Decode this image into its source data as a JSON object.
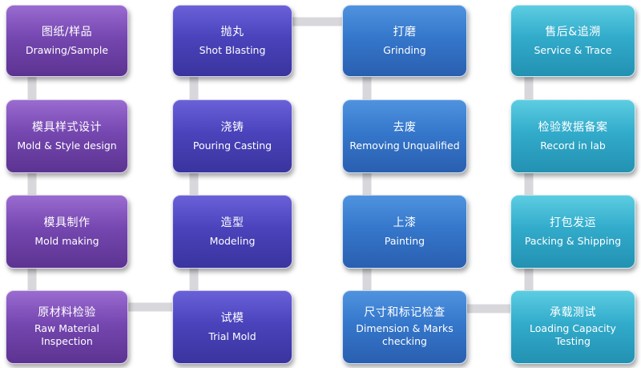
{
  "colors": {
    "column_1": "#7547b0",
    "column_2": "#4a43bb",
    "column_3": "#3577cb",
    "column_4": "#32abcb",
    "connector": "#d8d8dc"
  },
  "steps": [
    {
      "zh": "图纸/样品",
      "en": "Drawing/Sample"
    },
    {
      "zh": "模具样式设计",
      "en": "Mold & Style design"
    },
    {
      "zh": "模具制作",
      "en": "Mold making"
    },
    {
      "zh": "原材料检验",
      "en": "Raw Material Inspection"
    },
    {
      "zh": "试模",
      "en": "Trial Mold"
    },
    {
      "zh": "造型",
      "en": "Modeling"
    },
    {
      "zh": "浇铸",
      "en": "Pouring Casting"
    },
    {
      "zh": "抛丸",
      "en": "Shot Blasting"
    },
    {
      "zh": "打磨",
      "en": "Grinding"
    },
    {
      "zh": "去废",
      "en": "Removing Unqualified"
    },
    {
      "zh": "上漆",
      "en": "Painting"
    },
    {
      "zh": "尺寸和标记检查",
      "en": "Dimension & Marks checking"
    },
    {
      "zh": "承载测试",
      "en": "Loading Capacity Testing"
    },
    {
      "zh": "打包发运",
      "en": "Packing & Shipping"
    },
    {
      "zh": "检验数据备案",
      "en": "Record in lab"
    },
    {
      "zh": "售后&追溯",
      "en": "Service & Trace"
    }
  ]
}
